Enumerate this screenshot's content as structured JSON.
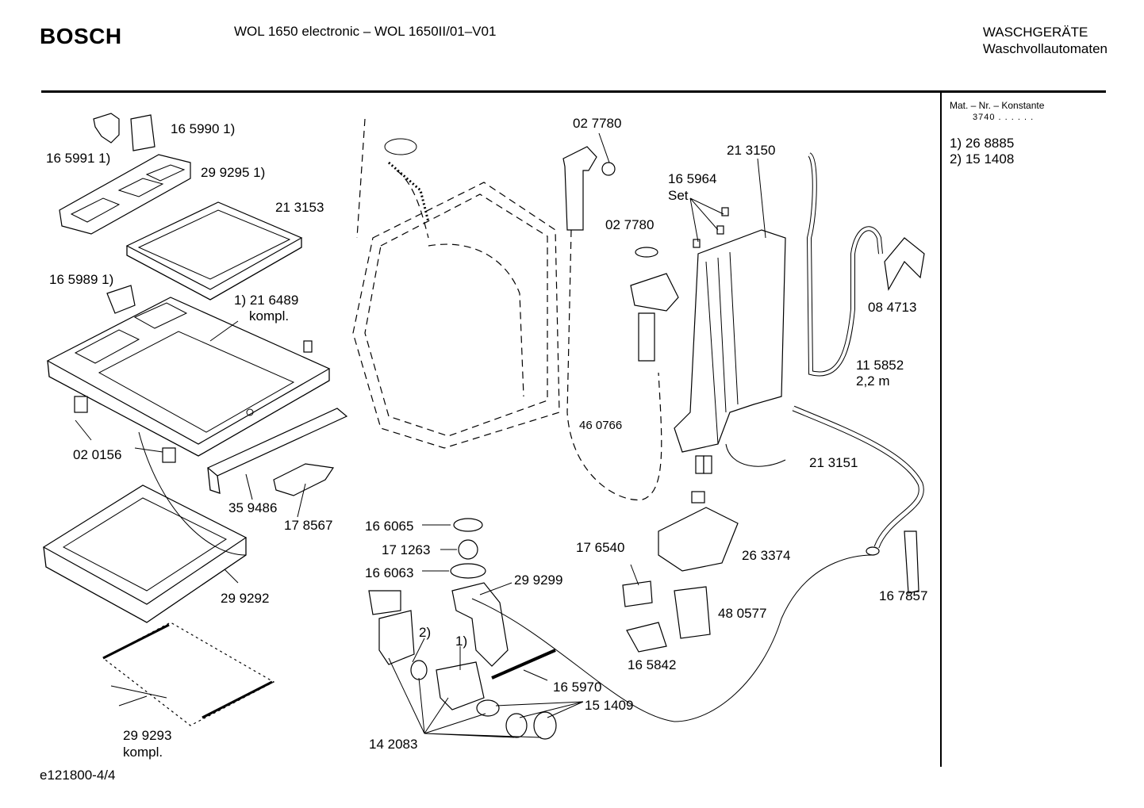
{
  "header": {
    "brand": "BOSCH",
    "model": "WOL 1650 electronic – WOL 1650II/01–V01",
    "category_line1": "WASCHGERÄTE",
    "category_line2": "Waschvollautomaten"
  },
  "sidebar": {
    "heading": "Mat. – Nr. – Konstante",
    "constant": "3740  .  .  .  .  .  .",
    "notes": [
      "1)  26 8885",
      "2)  15 1408"
    ]
  },
  "labels": {
    "p165990": "16 5990 1)",
    "p165991": "16 5991 1)",
    "p299295": "29 9295 1)",
    "p213153": "21 3153",
    "p165989": "16 5989 1)",
    "p216489a": "1) 21 6489",
    "p216489b": "kompl.",
    "p020156": "02 0156",
    "p359486": "35 9486",
    "p178567": "17 8567",
    "p299292": "29 9292",
    "p299293a": "29 9293",
    "p299293b": "kompl.",
    "p027780a": "02 7780",
    "p027780b": "02 7780",
    "p460766": "46 0766",
    "p213150": "21 3150",
    "p165964a": "16 5964",
    "p165964b": "Set",
    "p084713": "08 4713",
    "p115852a": "11 5852",
    "p115852b": "2,2 m",
    "p213151": "21 3151",
    "p263374": "26 3374",
    "p167857": "16 7857",
    "p176540": "17 6540",
    "p480577": "48 0577",
    "p165842": "16 5842",
    "p166065": "16 6065",
    "p171263": "17 1263",
    "p166063": "16 6063",
    "p299299": "29 9299",
    "fn2": "2)",
    "fn1": "1)",
    "p165970": "16 5970",
    "p151409": "15 1409",
    "p142083": "14 2083"
  },
  "footer": {
    "code": "e121800-4/4"
  }
}
